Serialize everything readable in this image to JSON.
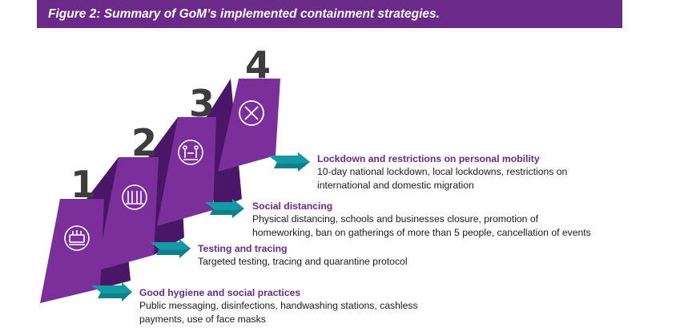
{
  "figure": {
    "title": "Figure 2: Summary of GoM’s implemented containment strategies."
  },
  "colors": {
    "banner": "#6b2a8a",
    "panel_light": "#7a2f9b",
    "panel_dark": "#4a1668",
    "arrow": "#139aa6",
    "number": "#3d3d3d",
    "title_text": "#6b2a8a"
  },
  "steps": [
    {
      "number": "1",
      "icon": "hygiene-icon",
      "title": "Good hygiene and social practices",
      "lines": [
        "Public messaging, disinfections, handwashing stations, cashless",
        "payments, use of face masks"
      ]
    },
    {
      "number": "2",
      "icon": "test-tubes-icon",
      "title": "Testing and tracing",
      "lines": [
        "Targeted testing, tracing and quarantine protocol"
      ]
    },
    {
      "number": "3",
      "icon": "distancing-icon",
      "title": "Social distancing",
      "lines": [
        "Physical distancing, schools and businesses closure, promotion of",
        "homeworking, ban on gatherings of more than 5 people, cancellation of events"
      ]
    },
    {
      "number": "4",
      "icon": "lockdown-icon",
      "title": "Lockdown and restrictions on personal mobility",
      "lines": [
        "10-day national lockdown, local lockdowns, restrictions on",
        "international and domestic migration"
      ]
    }
  ]
}
